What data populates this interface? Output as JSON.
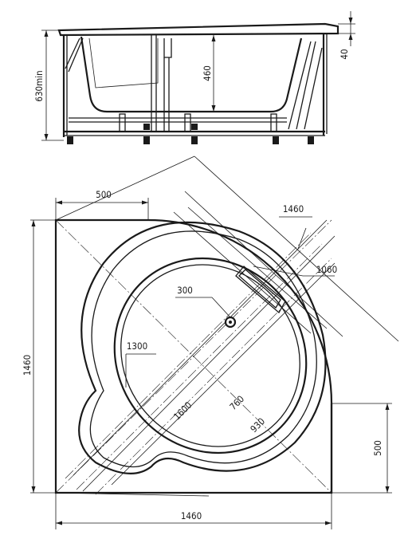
{
  "side_view": {
    "dim_height_total": "630min",
    "dim_inner_depth": "460",
    "dim_rim": "40"
  },
  "plan_view": {
    "dim_corner_offset_top": "500",
    "dim_corner_offset_right": "500",
    "dim_diagonal_outer": "1460",
    "dim_width_bottom": "1460",
    "dim_height_left": "1460",
    "dim_headrest": "1060",
    "dim_drain": "300",
    "dim_bowl_width": "1300",
    "dim_bowl_length": "1600",
    "dim_inner_depth": "760",
    "dim_rim_depth": "930"
  }
}
